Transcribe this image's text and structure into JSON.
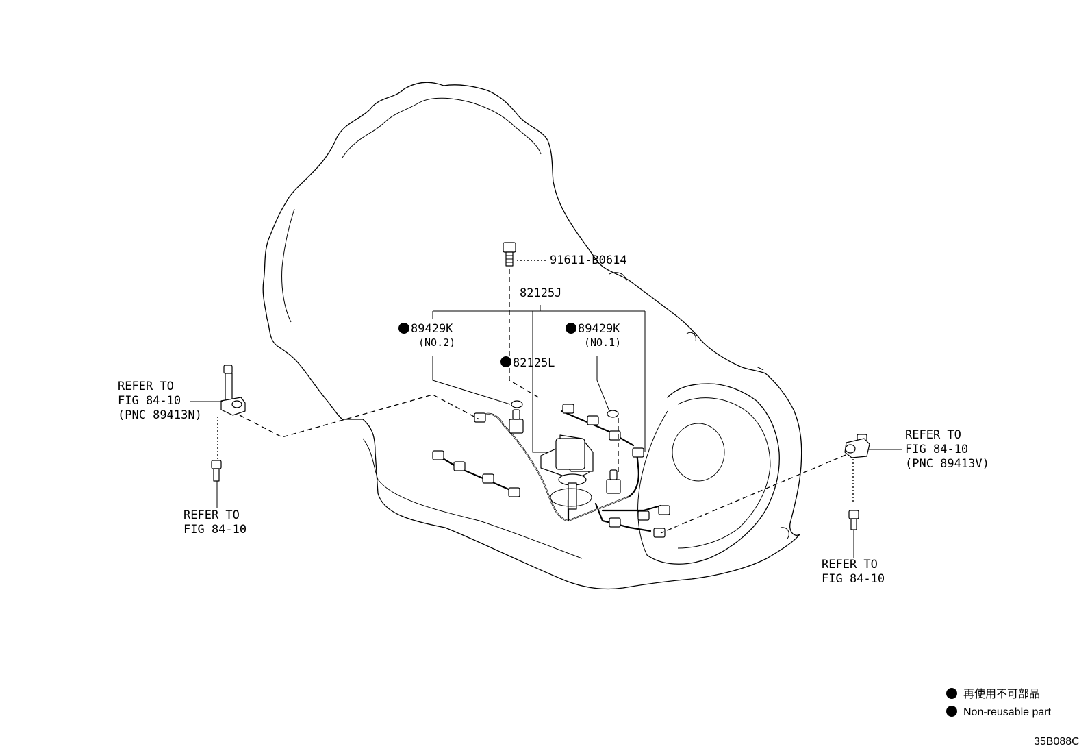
{
  "callouts": {
    "bolt_top": "91611-B0614",
    "harness": "82125J",
    "seal_left_code": "89429K",
    "seal_left_note": "(NO.2)",
    "seal_right_code": "89429K",
    "seal_right_note": "(NO.1)",
    "gasket": "82125L"
  },
  "references": {
    "left_sensor": [
      "REFER TO",
      "FIG 84-10",
      "(PNC 89413N)"
    ],
    "left_bolt": [
      "REFER TO",
      "FIG 84-10"
    ],
    "right_sensor": [
      "REFER TO",
      "FIG 84-10",
      "(PNC 89413V)"
    ],
    "right_bolt": [
      "REFER TO",
      "FIG 84-10"
    ]
  },
  "legend": {
    "line_jp": "再使用不可部品",
    "line_en": "Non-reusable part"
  },
  "drawing_code": "35B088C"
}
